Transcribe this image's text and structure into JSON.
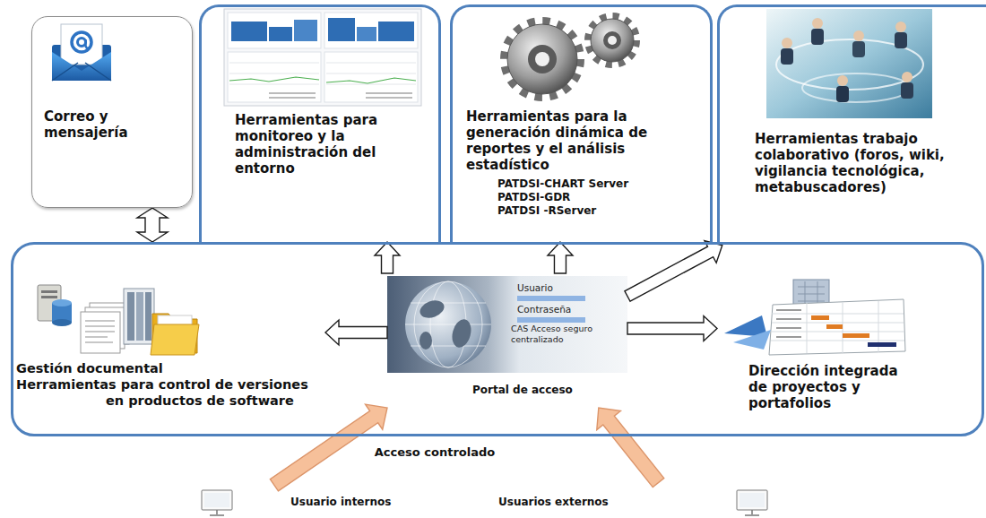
{
  "diagram": {
    "nodes": [
      {
        "text": [
          "Correo y mensajería"
        ]
      },
      {
        "text": [
          "Herramientas para monitoreo y la administración del entorno"
        ]
      },
      {
        "text": [
          "Herramientas para la generación dinámica de reportes y el análisis estadístico",
          "PATDSI-CHART Server",
          "PATDSI-GDR",
          "PATDSI -RServer"
        ]
      },
      {
        "text": [
          "Herramientas trabajo colaborativo (foros, wiki, vigilancia tecnológica, metabuscadores)"
        ]
      },
      {
        "text": [
          "Acceso controlado"
        ]
      },
      {
        "text": [
          "Gestión documental",
          "Herramientas para control de versiones en productos de software"
        ],
        "in": 4
      },
      {
        "text": [
          "Usuario",
          "Contraseña",
          "CAS Acceso seguro centralizado",
          "Portal de acceso"
        ],
        "in": 4
      },
      {
        "text": [
          "Dirección integrada de proyectos y portafolios"
        ],
        "in": 4
      },
      {
        "text": [
          "Usuario internos"
        ]
      },
      {
        "text": [
          "Usuarios externos"
        ]
      }
    ],
    "edges": [
      {
        "from": 0,
        "to": 4,
        "arrow": "both"
      },
      {
        "from": 6,
        "to": 1,
        "arrow": "to"
      },
      {
        "from": 6,
        "to": 2,
        "arrow": "to"
      },
      {
        "from": 6,
        "to": 3,
        "arrow": "to"
      },
      {
        "from": 6,
        "to": 7,
        "arrow": "to"
      },
      {
        "from": 6,
        "to": 5,
        "arrow": "to"
      },
      {
        "from": 8,
        "to": 6,
        "arrow": "to"
      },
      {
        "from": 9,
        "to": 6,
        "arrow": "to"
      }
    ]
  }
}
